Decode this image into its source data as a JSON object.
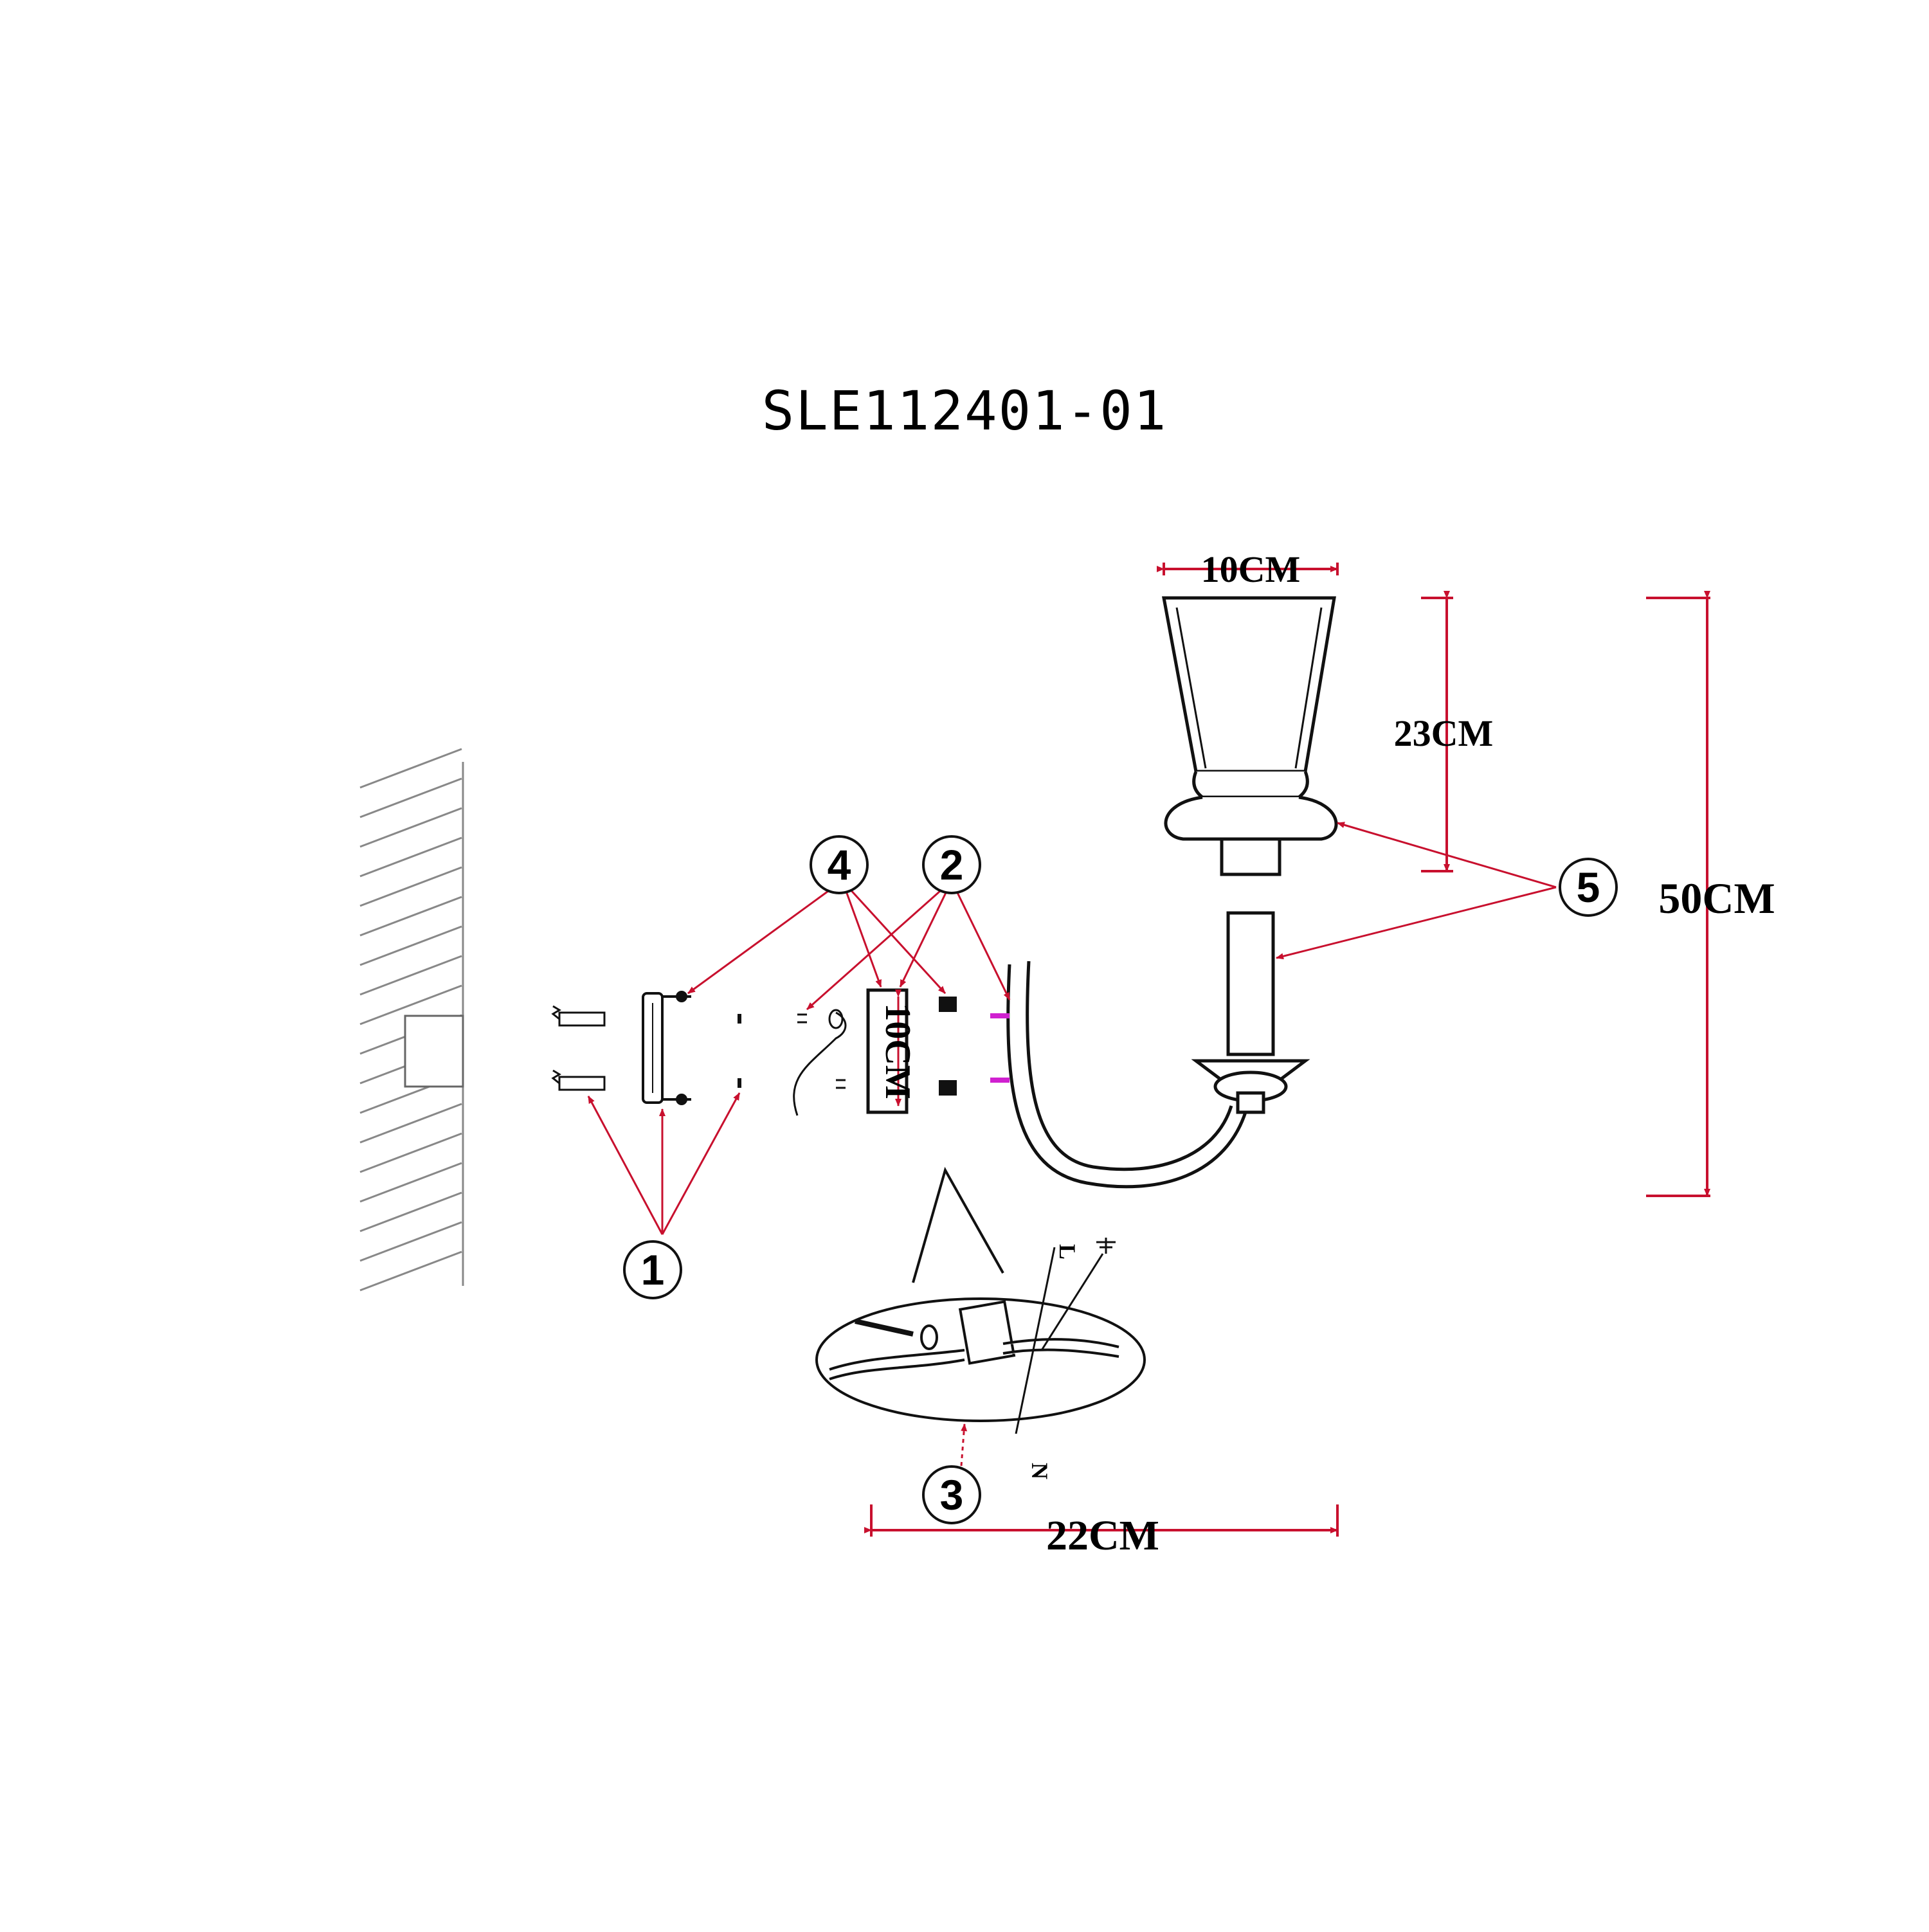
{
  "title": "SLE112401-01",
  "dimensions": {
    "shade_width": "10CM",
    "shade_height": "23CM",
    "total_height": "50CM",
    "total_width": "22CM",
    "backplate_length": "10CM"
  },
  "callouts": [
    "1",
    "2",
    "3",
    "4",
    "5"
  ],
  "wire_labels": {
    "live": "L",
    "neutral": "N"
  },
  "colors": {
    "leader": "#c8102e",
    "line": "#111111",
    "pin": "#d020d0"
  }
}
